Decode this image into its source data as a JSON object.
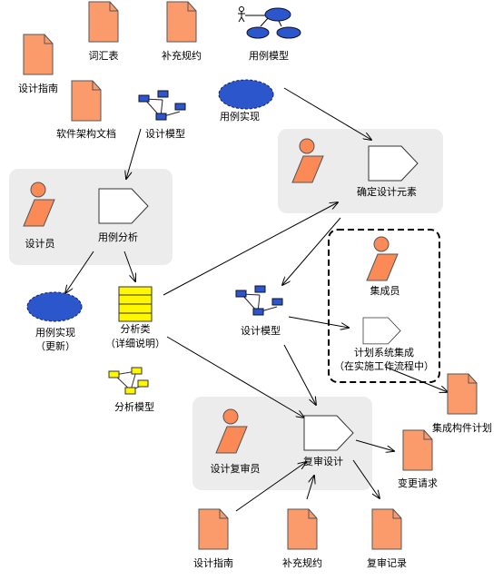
{
  "colors": {
    "document_fill": "#fb9a6a",
    "document_stroke": "#555555",
    "worker_fill": "#fb8a56",
    "usecase_fill": "#2b56cc",
    "class_fill": "#fff700",
    "panel_fill": "#ececec",
    "arrow": "#000000"
  },
  "top_artifacts": {
    "glossary": "词汇表",
    "supplementary_spec": "补充规约",
    "use_case_model": "用例模型",
    "design_guidelines": "设计指南",
    "software_architecture_doc": "软件架构文档",
    "design_model": "设计模型",
    "use_case_realization": "用例实现"
  },
  "activities": {
    "identify_design_elements": "确定设计元素",
    "use_case_analysis": "用例分析",
    "plan_system_integration": [
      "计划系统集成",
      "（在实施工作流程中）"
    ],
    "review_design": "复审设计"
  },
  "roles": {
    "designer": "设计员",
    "integrator": "集成员",
    "design_reviewer": "设计复审员"
  },
  "middle_artifacts": {
    "use_case_realization_updated": [
      "用例实现",
      "（更新）"
    ],
    "analysis_class": [
      "分析类",
      "（详细说明）"
    ],
    "analysis_model": "分析模型",
    "design_model": "设计模型",
    "integration_build_plan": "集成构件计划"
  },
  "bottom_artifacts": {
    "change_request": "变更请求",
    "design_guidelines": "设计指南",
    "supplementary_spec": "补充规约",
    "review_record": "复审记录"
  }
}
